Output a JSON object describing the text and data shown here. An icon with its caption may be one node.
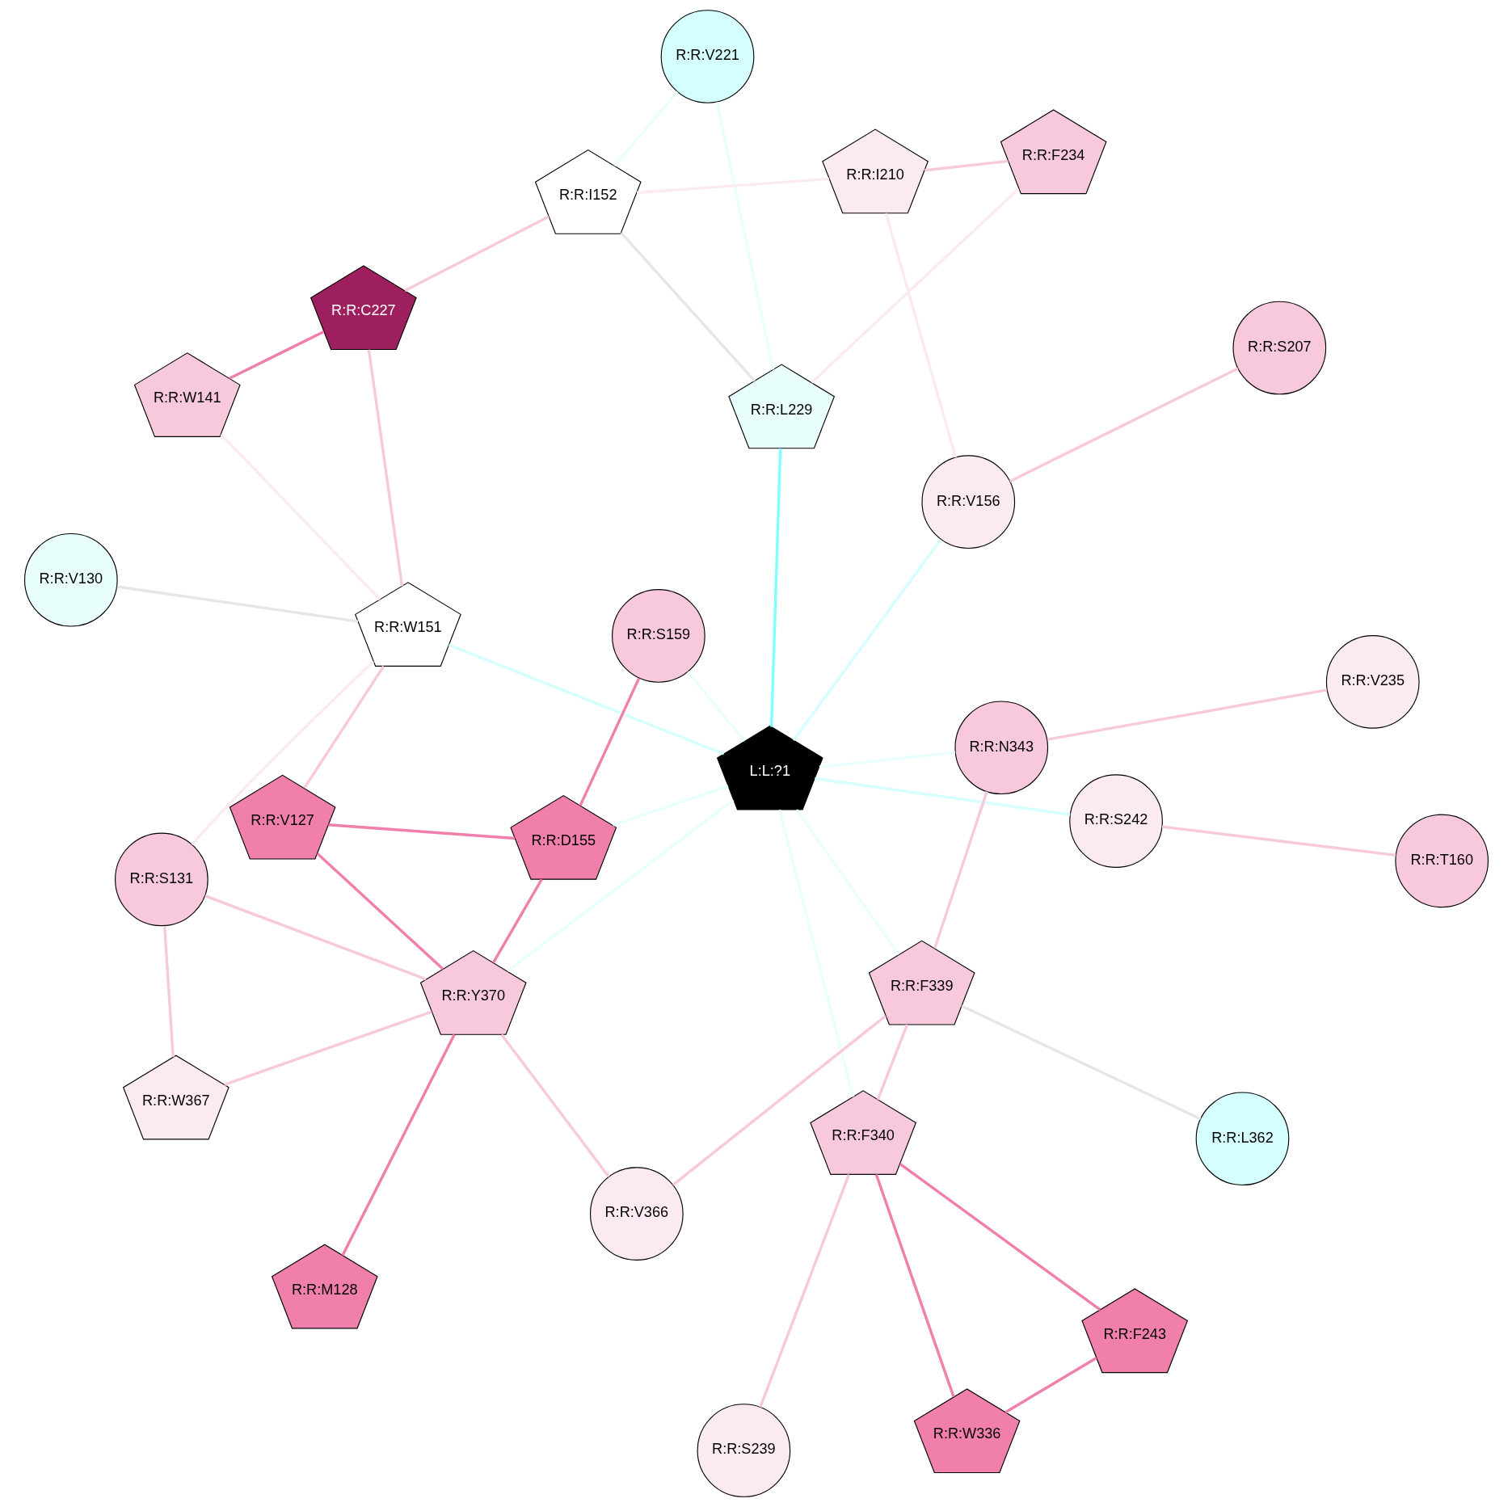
{
  "diagram": {
    "nodes": [
      {
        "text": [
          "L:L:?1"
        ]
      },
      {
        "text": [
          "R:R:L362"
        ]
      },
      {
        "text": [
          "R:R:V127"
        ]
      },
      {
        "text": [
          "R:R:M128"
        ]
      },
      {
        "text": [
          "R:R:V130"
        ]
      },
      {
        "text": [
          "R:R:W367"
        ]
      },
      {
        "text": [
          "R:R:W151"
        ]
      },
      {
        "text": [
          "R:R:S131"
        ]
      },
      {
        "text": [
          "R:R:V366"
        ]
      },
      {
        "text": [
          "R:R:Y370"
        ]
      },
      {
        "text": [
          "R:R:D155"
        ]
      },
      {
        "text": [
          "R:R:W336"
        ]
      },
      {
        "text": [
          "R:R:N343"
        ]
      },
      {
        "text": [
          "R:R:V156"
        ]
      },
      {
        "text": [
          "R:R:W141"
        ]
      },
      {
        "text": [
          "R:R:F243"
        ]
      },
      {
        "text": [
          "R:R:F340"
        ]
      },
      {
        "text": [
          "R:R:S159"
        ]
      },
      {
        "text": [
          "R:R:C227"
        ]
      },
      {
        "text": [
          "R:R:S239"
        ]
      },
      {
        "text": [
          "R:R:F339"
        ]
      },
      {
        "text": [
          "R:R:L229"
        ]
      },
      {
        "text": [
          "R:R:I152"
        ]
      },
      {
        "text": [
          "R:R:S242"
        ]
      },
      {
        "text": [
          "R:R:V235"
        ]
      },
      {
        "text": [
          "R:R:S207"
        ]
      },
      {
        "text": [
          "R:R:F234"
        ]
      },
      {
        "text": [
          "R:R:I210"
        ]
      },
      {
        "text": [
          "R:R:V221"
        ]
      },
      {
        "text": [
          "R:R:T160"
        ]
      }
    ],
    "edges": [
      {
        "from": 0,
        "to": 9,
        "arrow": "none",
        "color": "#e8fffe"
      },
      {
        "from": 0,
        "to": 6,
        "arrow": "none",
        "color": "#d4fffe"
      },
      {
        "from": 0,
        "to": 10,
        "arrow": "none",
        "color": "#e8fffe"
      },
      {
        "from": 0,
        "to": 12,
        "arrow": "none",
        "color": "#e8fffe"
      },
      {
        "from": 0,
        "to": 13,
        "arrow": "none",
        "color": "#d4fffe"
      },
      {
        "from": 0,
        "to": 16,
        "arrow": "none",
        "color": "#e8fffe"
      },
      {
        "from": 0,
        "to": 17,
        "arrow": "none",
        "color": "#e8fffe"
      },
      {
        "from": 0,
        "to": 20,
        "arrow": "none",
        "color": "#e8fffe"
      },
      {
        "from": 0,
        "to": 23,
        "arrow": "none",
        "color": "#d4fffe"
      },
      {
        "from": 0,
        "to": 21,
        "arrow": "none",
        "color": "#7ffffd"
      },
      {
        "from": 1,
        "to": 20,
        "arrow": "none",
        "color": "#e6e6e6"
      },
      {
        "from": 2,
        "to": 9,
        "arrow": "none",
        "color": "#f07fac"
      },
      {
        "from": 2,
        "to": 6,
        "arrow": "none",
        "color": "#f8c8dd"
      },
      {
        "from": 2,
        "to": 10,
        "arrow": "none",
        "color": "#f07fac"
      },
      {
        "from": 3,
        "to": 9,
        "arrow": "none",
        "color": "#f07fac"
      },
      {
        "from": 4,
        "to": 6,
        "arrow": "none",
        "color": "#e6e6e6"
      },
      {
        "from": 5,
        "to": 7,
        "arrow": "none",
        "color": "#f8c8dd"
      },
      {
        "from": 5,
        "to": 9,
        "arrow": "none",
        "color": "#f8c8dd"
      },
      {
        "from": 6,
        "to": 7,
        "arrow": "none",
        "color": "#fbeaf2"
      },
      {
        "from": 8,
        "to": 9,
        "arrow": "none",
        "color": "#f8c8dd"
      },
      {
        "from": 8,
        "to": 20,
        "arrow": "none",
        "color": "#f8c8dd"
      },
      {
        "from": 9,
        "to": 10,
        "arrow": "none",
        "color": "#f07fac"
      },
      {
        "from": 9,
        "to": 7,
        "arrow": "none",
        "color": "#f8c8dd"
      },
      {
        "from": 6,
        "to": 18,
        "arrow": "none",
        "color": "#f8c8dd"
      },
      {
        "from": 6,
        "to": 14,
        "arrow": "none",
        "color": "#fbeaf2"
      },
      {
        "from": 10,
        "to": 17,
        "arrow": "none",
        "color": "#f07fac"
      },
      {
        "from": 11,
        "to": 15,
        "arrow": "none",
        "color": "#f07fac"
      },
      {
        "from": 11,
        "to": 16,
        "arrow": "none",
        "color": "#f07fac"
      },
      {
        "from": 15,
        "to": 16,
        "arrow": "none",
        "color": "#f07fac"
      },
      {
        "from": 12,
        "to": 20,
        "arrow": "none",
        "color": "#f8c8dd"
      },
      {
        "from": 12,
        "to": 24,
        "arrow": "none",
        "color": "#f8c8dd"
      },
      {
        "from": 16,
        "to": 19,
        "arrow": "none",
        "color": "#f8c8dd"
      },
      {
        "from": 16,
        "to": 20,
        "arrow": "none",
        "color": "#f8c8dd"
      },
      {
        "from": 13,
        "to": 25,
        "arrow": "none",
        "color": "#f8c8dd"
      },
      {
        "from": 13,
        "to": 27,
        "arrow": "none",
        "color": "#fbeaf2"
      },
      {
        "from": 14,
        "to": 18,
        "arrow": "none",
        "color": "#f07fac"
      },
      {
        "from": 18,
        "to": 22,
        "arrow": "none",
        "color": "#f8c8dd"
      },
      {
        "from": 22,
        "to": 21,
        "arrow": "none",
        "color": "#e6e6e6"
      },
      {
        "from": 22,
        "to": 28,
        "arrow": "none",
        "color": "#e8fffe"
      },
      {
        "from": 22,
        "to": 27,
        "arrow": "none",
        "color": "#fbeaf2"
      },
      {
        "from": 21,
        "to": 26,
        "arrow": "none",
        "color": "#fbeaf2"
      },
      {
        "from": 21,
        "to": 28,
        "arrow": "none",
        "color": "#e8fffe"
      },
      {
        "from": 23,
        "to": 29,
        "arrow": "none",
        "color": "#f8c8dd"
      },
      {
        "from": 26,
        "to": 27,
        "arrow": "none",
        "color": "#f8c8dd"
      }
    ]
  }
}
